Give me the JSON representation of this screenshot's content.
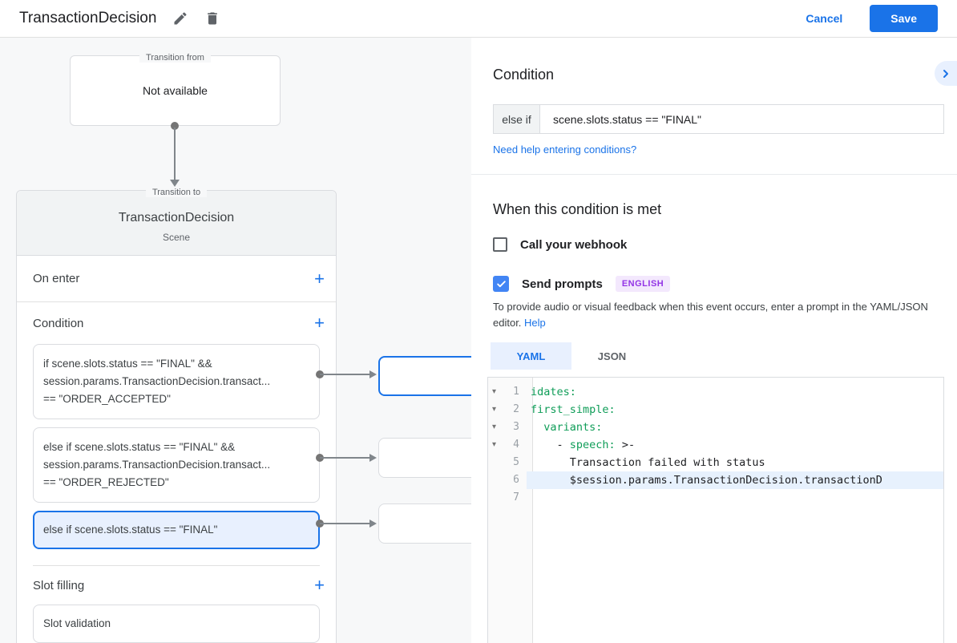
{
  "header": {
    "title": "TransactionDecision",
    "cancel_label": "Cancel",
    "save_label": "Save"
  },
  "icons": {
    "add": "+",
    "fold": "▾"
  },
  "colors": {
    "accent_blue": "#1a73e8",
    "checkbox_blue": "#4285f4",
    "selected_item_bg": "#e8f0fe",
    "badge_bg": "#f3e8fd",
    "badge_text": "#9334e6",
    "code_green": "#0f9d58",
    "line_highlight": "#e7f1fd",
    "canvas_bg": "#f7f8f9",
    "card_header_bg": "#f1f3f4"
  },
  "canvas": {
    "transition_from": {
      "legend": "Transition from",
      "value": "Not available"
    },
    "transition_to": {
      "legend": "Transition to",
      "title": "TransactionDecision",
      "subtitle": "Scene",
      "on_enter_label": "On enter",
      "condition_label": "Condition",
      "condition_items": [
        {
          "lines": [
            "if scene.slots.status == \"FINAL\" &&",
            "session.params.TransactionDecision.transact...",
            "== \"ORDER_ACCEPTED\""
          ]
        },
        {
          "lines": [
            "else if scene.slots.status == \"FINAL\" &&",
            "session.params.TransactionDecision.transact...",
            "== \"ORDER_REJECTED\""
          ]
        },
        {
          "lines": [
            "else if scene.slots.status == \"FINAL\""
          ],
          "selected": true
        }
      ],
      "slot_filling_label": "Slot filling",
      "slot_items": [
        "Slot validation"
      ]
    }
  },
  "panel": {
    "condition": {
      "heading": "Condition",
      "prefix": "else if",
      "value": "scene.slots.status == \"FINAL\"",
      "help_link": "Need help entering conditions?"
    },
    "when_met": {
      "heading": "When this condition is met",
      "webhook_label": "Call your webhook",
      "prompts_label": "Send prompts",
      "language_badge": "ENGLISH",
      "helper_text": "To provide audio or visual feedback when this event occurs, enter a prompt in the YAML/JSON editor.",
      "helper_link": "Help",
      "tabs": [
        {
          "label": "YAML"
        },
        {
          "label": "JSON"
        }
      ],
      "editor": {
        "lines": [
          {
            "num": "1",
            "text": "idates:"
          },
          {
            "num": "2",
            "text": "first_simple:"
          },
          {
            "num": "3",
            "text": "  variants:"
          },
          {
            "num": "4",
            "pre": "    - ",
            "key": "speech:",
            "post": " >-"
          },
          {
            "num": "5",
            "text": "      Transaction failed with status"
          },
          {
            "num": "6",
            "text": "      $session.params.TransactionDecision.transactionD"
          },
          {
            "num": "7",
            "text": ""
          }
        ]
      }
    }
  }
}
